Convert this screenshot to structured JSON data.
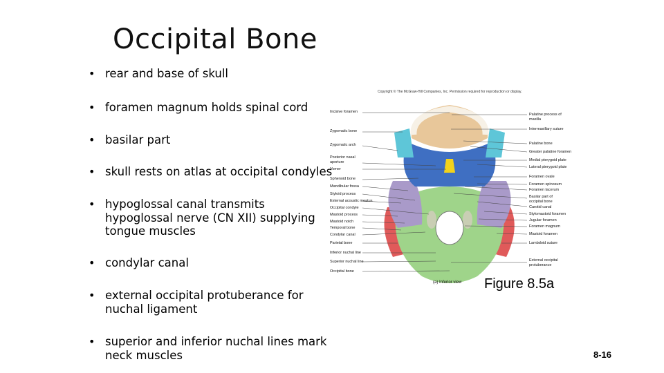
{
  "slide": {
    "title": "Occipital Bone",
    "page_number": "8-16",
    "figure_caption": "Figure 8.5a",
    "figure_subcaption": "(a) Inferior view",
    "copyright": "Copyright © The McGraw-Hill Companies, Inc. Permission required for reproduction or display."
  },
  "bullets": [
    "rear and base of skull",
    "foramen magnum holds spinal cord",
    "basilar part",
    "skull rests on atlas at occipital condyles",
    "hypoglossal canal transmits hypoglossal nerve (CN XII) supplying tongue muscles",
    "condylar canal",
    "external occipital protuberance for nuchal ligament",
    "superior and inferior nuchal lines mark neck muscles"
  ],
  "labels_left": [
    "Incisive foramen",
    "Zygomatic bone",
    "Zygomatic arch",
    "Posterior nasal aperture",
    "Vomer",
    "Sphenoid bone",
    "Mandibular fossa",
    "Styloid process",
    "External acoustic meatus",
    "Occipital condyle",
    "Mastoid process",
    "Mastoid notch",
    "Temporal bone",
    "Condylar canal",
    "Parietal bone",
    "Inferior nuchal line",
    "Superior nuchal line",
    "Occipital bone"
  ],
  "labels_right": [
    "Palatine process of maxilla",
    "Intermaxillary suture",
    "Palatine bone",
    "Greater palatine foramen",
    "Medial pterygoid plate",
    "Lateral pterygoid plate",
    "Foramen ovale",
    "Foramen spinosum",
    "Foramen lacerum",
    "Basilar part of occipital bone",
    "Carotid canal",
    "Stylomastoid foramen",
    "Jugular foramen",
    "Foramen magnum",
    "Mastoid foramen",
    "Lambdoid suture",
    "External occipital protuberance"
  ]
}
